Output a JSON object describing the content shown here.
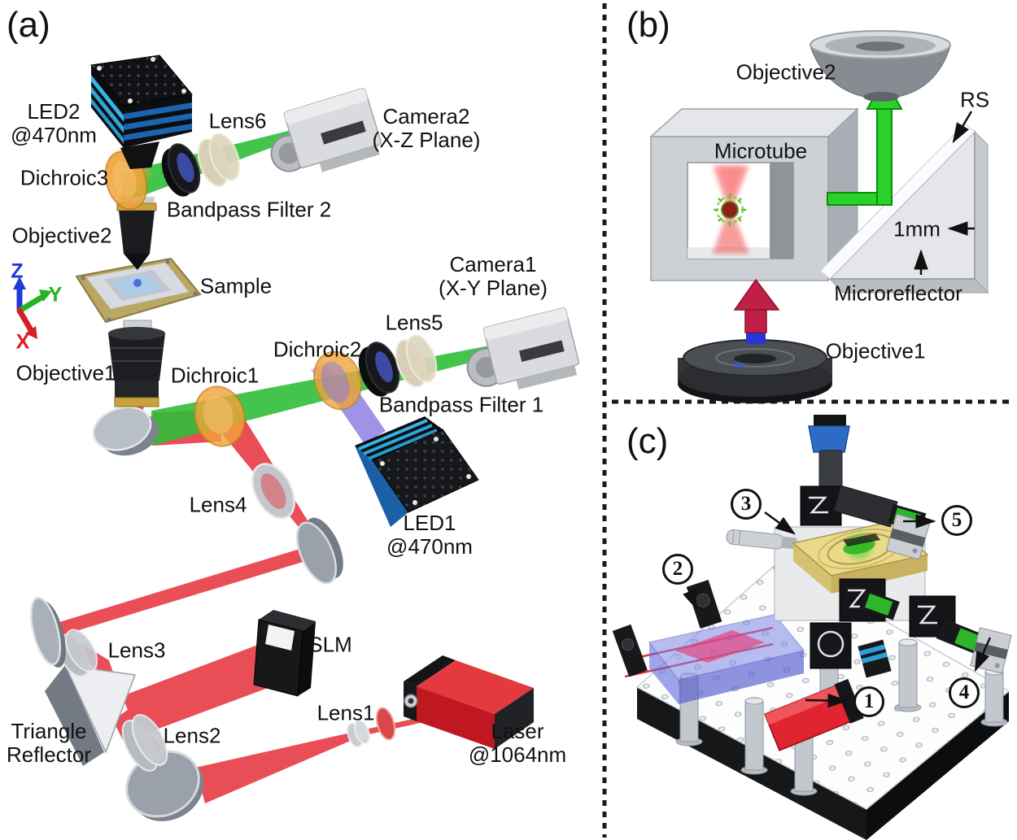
{
  "colors": {
    "ir_beam": "#e6303a",
    "green_beam": "#2fbf3a",
    "blue_beam": "#8678e0",
    "dichroic_orange": "#f0a43c",
    "led_stripe_cyan": "#35b4e6",
    "laser_body_red": "#d8262c",
    "axis_x": "#d42020",
    "axis_y": "#22b422",
    "axis_z": "#2038d4",
    "stage_yellow": "#ead989"
  },
  "panel_a": {
    "tag": "(a)",
    "labels": {
      "led2": "LED2\n@470nm",
      "lens6": "Lens6",
      "camera2": "Camera2\n(X-Z Plane)",
      "dichroic3": "Dichroic3",
      "bandpass_filter_2": "Bandpass Filter 2",
      "objective2": "Objective2",
      "sample": "Sample",
      "objective1": "Objective1",
      "dichroic1": "Dichroic1",
      "camera1": "Camera1\n(X-Y Plane)",
      "lens5": "Lens5",
      "dichroic2": "Dichroic2",
      "bandpass_filter_1": "Bandpass Filter 1",
      "led1": "LED1\n@470nm",
      "lens4": "Lens4",
      "lens3": "Lens3",
      "slm": "SLM",
      "triangle_reflector": "Triangle\nReflector",
      "lens2": "Lens2",
      "lens1": "Lens1",
      "laser": "Laser\n@1064nm"
    },
    "axes": {
      "x": "X",
      "y": "Y",
      "z": "Z"
    }
  },
  "panel_b": {
    "tag": "(b)",
    "labels": {
      "objective2": "Objective2",
      "rs": "RS",
      "microtube": "Microtube",
      "scale": "1mm",
      "microreflector": "Microreflector",
      "objective1": "Objective1"
    }
  },
  "panel_c": {
    "tag": "(c)",
    "markers": [
      {
        "label": "1"
      },
      {
        "label": "2"
      },
      {
        "label": "3"
      },
      {
        "label": "4"
      },
      {
        "label": "5"
      }
    ]
  }
}
